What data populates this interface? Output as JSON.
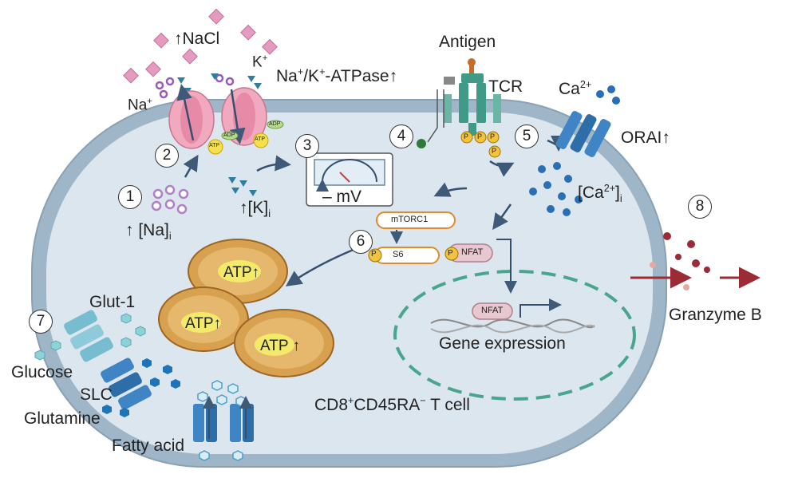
{
  "labels": {
    "nacl": "NaCl",
    "na": "Na",
    "na_sup": "+",
    "k": "K",
    "k_sup": "+",
    "pump": "Na",
    "pump_sup1": "+",
    "pump_mid": "/K",
    "pump_sup2": "+",
    "pump_end": "-ATPase",
    "antigen": "Antigen",
    "tcr": "TCR",
    "ca": "Ca",
    "ca_sup": "2+",
    "orai": "ORAI",
    "ca_i": "[Ca",
    "ca_i_sup": "2+",
    "ca_i_end": "]",
    "ca_i_sub": "i",
    "k_i": "[K]",
    "k_i_sub": "i",
    "na_i": "[Na]",
    "na_i_sub": "i",
    "mv": "– mV",
    "mtorc1": "mTORC1",
    "s6": "S6",
    "nfat": "NFAT",
    "nfat_nuc": "NFAT",
    "gene": "Gene expression",
    "glut1": "Glut-1",
    "glucose": "Glucose",
    "slc": "SLC",
    "glutamine": "Glutamine",
    "fatty_acid": "Fatty acid",
    "granzyme": "Granzyme B",
    "cell": "CD8",
    "cell_sup1": "+",
    "cell_mid": "CD45RA",
    "cell_sup2": "−",
    "cell_end": " T cell",
    "atp": "ATP",
    "adp": "ADP",
    "p": "P",
    "up": "↑"
  },
  "steps": [
    "1",
    "2",
    "3",
    "4",
    "5",
    "6",
    "7",
    "8"
  ]
}
